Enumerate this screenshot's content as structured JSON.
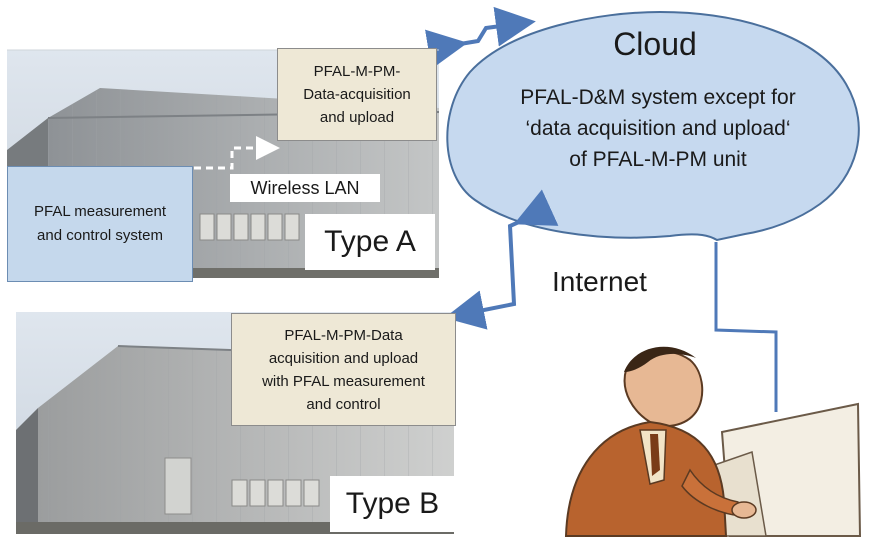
{
  "cloud": {
    "title": "Cloud",
    "lines": [
      "PFAL-D&M system except for",
      "‘data acquisition and upload‘",
      "of  PFAL-M-PM unit"
    ]
  },
  "type_a": {
    "label": "Type A",
    "acquisition_lines": [
      "PFAL-M-PM-",
      "Data-acquisition",
      "and upload"
    ],
    "measurement_lines": [
      "PFAL measurement",
      "and control system"
    ],
    "wireless_label": "Wireless LAN"
  },
  "type_b": {
    "label": "Type B",
    "acquisition_lines": [
      "PFAL-M-PM-Data",
      "acquisition and upload",
      "with PFAL measurement",
      "and control"
    ]
  },
  "internet_label": "Internet",
  "colors": {
    "connector": "#4f79b8",
    "cloud_fill": "#c6d9ef",
    "beige_box": "#eee8d6",
    "blue_box": "#c5d8ec"
  }
}
